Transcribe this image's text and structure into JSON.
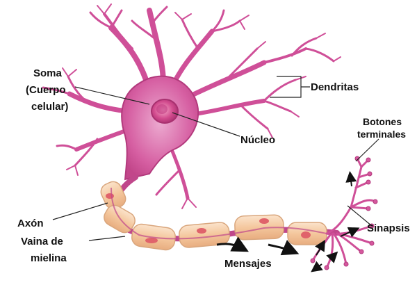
{
  "labels": {
    "soma": [
      "Soma",
      "(Cuerpo",
      "celular)"
    ],
    "dendritas": "Dendritas",
    "nucleo": "Núcleo",
    "botones": [
      "Botones",
      "terminales"
    ],
    "axon": "Axón",
    "sinapsis": "Sinapsis",
    "vaina": [
      "Vaina de",
      "mielina"
    ],
    "mensajes": "Mensajes"
  },
  "colors": {
    "neuron": "#d0509a",
    "neuron_dark": "#a8306f",
    "neuron_light": "#e79cc4",
    "myelin": "#f5cba2",
    "myelin_edge": "#d9a67d",
    "myelin_node": "#e0636b",
    "arrow": "#111111",
    "leader": "#222222"
  }
}
